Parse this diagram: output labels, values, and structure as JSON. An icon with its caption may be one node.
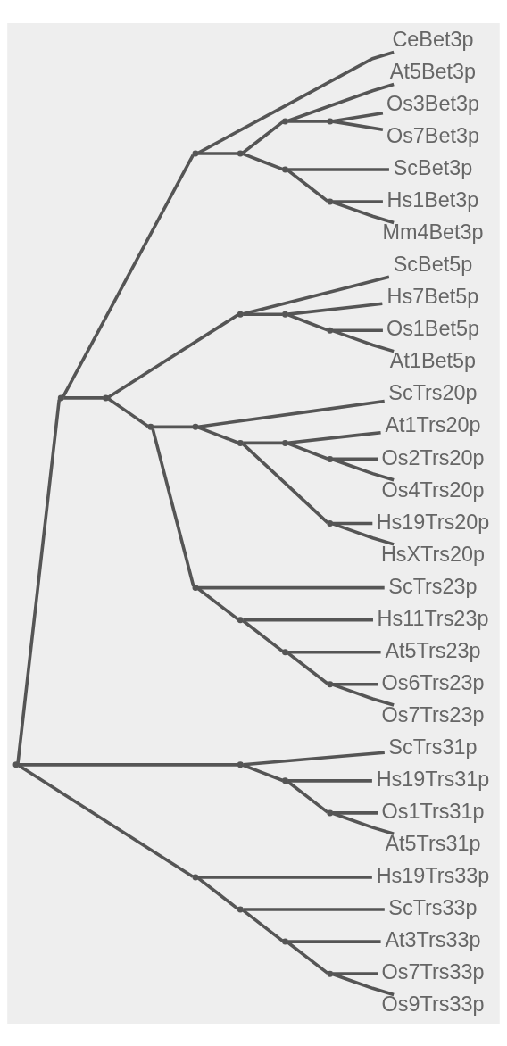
{
  "diagram": {
    "nodes": [
      {
        "text": [
          "CeBet3p"
        ]
      },
      {
        "text": [
          "At5Bet3p"
        ]
      },
      {
        "text": [
          "Os3Bet3p"
        ]
      },
      {
        "text": [
          "Os7Bet3p"
        ]
      },
      {
        "text": [
          "ScBet3p"
        ]
      },
      {
        "text": [
          "Hs1Bet3p"
        ]
      },
      {
        "text": [
          "Mm4Bet3p"
        ]
      },
      {
        "text": [
          "ScBet5p"
        ]
      },
      {
        "text": [
          "Hs7Bet5p"
        ]
      },
      {
        "text": [
          "Os1Bet5p"
        ]
      },
      {
        "text": [
          "At1Bet5p"
        ]
      },
      {
        "text": [
          "ScTrs20p"
        ]
      },
      {
        "text": [
          "At1Trs20p"
        ]
      },
      {
        "text": [
          "Os2Trs20p"
        ]
      },
      {
        "text": [
          "Os4Trs20p"
        ]
      },
      {
        "text": [
          "Hs19Trs20p"
        ]
      },
      {
        "text": [
          "HsXTrs20p"
        ]
      },
      {
        "text": [
          "ScTrs23p"
        ]
      },
      {
        "text": [
          "Hs11Trs23p"
        ]
      },
      {
        "text": [
          "At5Trs23p"
        ]
      },
      {
        "text": [
          "Os6Trs23p"
        ]
      },
      {
        "text": [
          "Os7Trs23p"
        ]
      },
      {
        "text": [
          "ScTrs31p"
        ]
      },
      {
        "text": [
          "Hs19Trs31p"
        ]
      },
      {
        "text": [
          "Os1Trs31p"
        ]
      },
      {
        "text": [
          "At5Trs31p"
        ]
      },
      {
        "text": [
          "Hs19Trs33p"
        ]
      },
      {
        "text": [
          "ScTrs33p"
        ]
      },
      {
        "text": [
          "At3Trs33p"
        ]
      },
      {
        "text": [
          "Os7Trs33p"
        ]
      },
      {
        "text": [
          "Os9Trs33p"
        ]
      },
      {
        "text": [],
        "shape": "point"
      },
      {
        "text": [],
        "shape": "point"
      },
      {
        "text": [],
        "shape": "point"
      },
      {
        "text": [],
        "shape": "point"
      },
      {
        "text": [],
        "shape": "point"
      },
      {
        "text": [],
        "shape": "point"
      },
      {
        "text": [],
        "shape": "point"
      },
      {
        "text": [],
        "shape": "point"
      },
      {
        "text": [],
        "shape": "point"
      },
      {
        "text": [],
        "shape": "point"
      },
      {
        "text": [],
        "shape": "point"
      },
      {
        "text": [],
        "shape": "point"
      },
      {
        "text": [],
        "shape": "point"
      },
      {
        "text": [],
        "shape": "point"
      },
      {
        "text": [],
        "shape": "point"
      },
      {
        "text": [],
        "shape": "point"
      },
      {
        "text": [],
        "shape": "point"
      },
      {
        "text": [],
        "shape": "point"
      },
      {
        "text": [],
        "shape": "point"
      },
      {
        "text": [],
        "shape": "point"
      },
      {
        "text": [],
        "shape": "point"
      },
      {
        "text": [],
        "shape": "point"
      },
      {
        "text": [],
        "shape": "point"
      },
      {
        "text": [],
        "shape": "point"
      },
      {
        "text": [],
        "shape": "point"
      },
      {
        "text": [],
        "shape": "point"
      },
      {
        "text": [],
        "shape": "point"
      },
      {
        "text": [],
        "shape": "point"
      },
      {
        "text": [],
        "shape": "point"
      }
    ],
    "edges": [
      {
        "from": 31,
        "to": 32,
        "arrow": "none"
      },
      {
        "from": 31,
        "to": 53,
        "arrow": "none"
      },
      {
        "from": 31,
        "to": 56,
        "arrow": "none"
      },
      {
        "from": 32,
        "to": 33,
        "arrow": "none"
      },
      {
        "from": 32,
        "to": 39,
        "arrow": "none"
      },
      {
        "from": 33,
        "to": 0,
        "arrow": "none"
      },
      {
        "from": 33,
        "to": 34,
        "arrow": "none"
      },
      {
        "from": 34,
        "to": 35,
        "arrow": "none"
      },
      {
        "from": 34,
        "to": 37,
        "arrow": "none"
      },
      {
        "from": 35,
        "to": 1,
        "arrow": "none"
      },
      {
        "from": 35,
        "to": 36,
        "arrow": "none"
      },
      {
        "from": 36,
        "to": 2,
        "arrow": "none"
      },
      {
        "from": 36,
        "to": 3,
        "arrow": "none"
      },
      {
        "from": 37,
        "to": 4,
        "arrow": "none"
      },
      {
        "from": 37,
        "to": 38,
        "arrow": "none"
      },
      {
        "from": 38,
        "to": 5,
        "arrow": "none"
      },
      {
        "from": 38,
        "to": 6,
        "arrow": "none"
      },
      {
        "from": 39,
        "to": 40,
        "arrow": "none"
      },
      {
        "from": 39,
        "to": 43,
        "arrow": "none"
      },
      {
        "from": 40,
        "to": 7,
        "arrow": "none"
      },
      {
        "from": 40,
        "to": 41,
        "arrow": "none"
      },
      {
        "from": 41,
        "to": 8,
        "arrow": "none"
      },
      {
        "from": 41,
        "to": 42,
        "arrow": "none"
      },
      {
        "from": 42,
        "to": 9,
        "arrow": "none"
      },
      {
        "from": 42,
        "to": 10,
        "arrow": "none"
      },
      {
        "from": 43,
        "to": 44,
        "arrow": "none"
      },
      {
        "from": 43,
        "to": 49,
        "arrow": "none"
      },
      {
        "from": 44,
        "to": 11,
        "arrow": "none"
      },
      {
        "from": 44,
        "to": 45,
        "arrow": "none"
      },
      {
        "from": 45,
        "to": 46,
        "arrow": "none"
      },
      {
        "from": 45,
        "to": 48,
        "arrow": "none"
      },
      {
        "from": 46,
        "to": 12,
        "arrow": "none"
      },
      {
        "from": 46,
        "to": 47,
        "arrow": "none"
      },
      {
        "from": 47,
        "to": 13,
        "arrow": "none"
      },
      {
        "from": 47,
        "to": 14,
        "arrow": "none"
      },
      {
        "from": 48,
        "to": 15,
        "arrow": "none"
      },
      {
        "from": 48,
        "to": 16,
        "arrow": "none"
      },
      {
        "from": 49,
        "to": 17,
        "arrow": "none"
      },
      {
        "from": 49,
        "to": 50,
        "arrow": "none"
      },
      {
        "from": 50,
        "to": 18,
        "arrow": "none"
      },
      {
        "from": 50,
        "to": 51,
        "arrow": "none"
      },
      {
        "from": 51,
        "to": 19,
        "arrow": "none"
      },
      {
        "from": 51,
        "to": 52,
        "arrow": "none"
      },
      {
        "from": 52,
        "to": 20,
        "arrow": "none"
      },
      {
        "from": 52,
        "to": 21,
        "arrow": "none"
      },
      {
        "from": 53,
        "to": 22,
        "arrow": "none"
      },
      {
        "from": 53,
        "to": 54,
        "arrow": "none"
      },
      {
        "from": 54,
        "to": 23,
        "arrow": "none"
      },
      {
        "from": 54,
        "to": 55,
        "arrow": "none"
      },
      {
        "from": 55,
        "to": 24,
        "arrow": "none"
      },
      {
        "from": 55,
        "to": 25,
        "arrow": "none"
      },
      {
        "from": 56,
        "to": 26,
        "arrow": "none"
      },
      {
        "from": 56,
        "to": 57,
        "arrow": "none"
      },
      {
        "from": 57,
        "to": 27,
        "arrow": "none"
      },
      {
        "from": 57,
        "to": 58,
        "arrow": "none"
      },
      {
        "from": 58,
        "to": 28,
        "arrow": "none"
      },
      {
        "from": 58,
        "to": 59,
        "arrow": "none"
      },
      {
        "from": 59,
        "to": 29,
        "arrow": "none"
      },
      {
        "from": 59,
        "to": 30,
        "arrow": "none"
      }
    ]
  }
}
